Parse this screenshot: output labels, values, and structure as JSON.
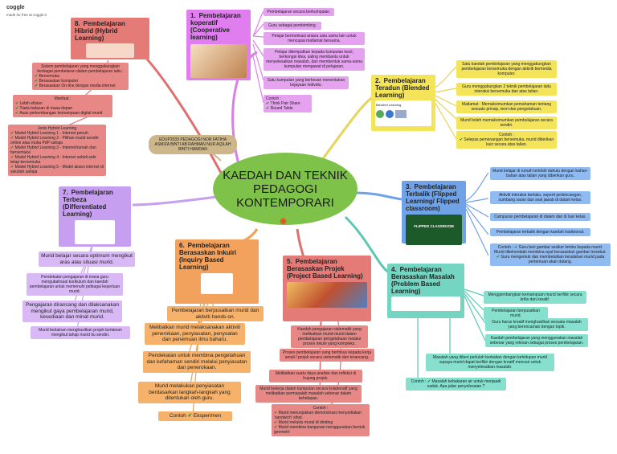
{
  "brand": {
    "name": "coggle",
    "tagline": "made for free at coggle.it"
  },
  "center": {
    "title": "KAEDAH DAN TEKNIK PEDAGOGI KONTEMPORARI"
  },
  "author": {
    "text": "EDUP2033 PEDAGOGI NOR FATIHA ASMIZA BINTI AB RAHMAN NUR AQILAH BINTI HAMDAN"
  },
  "topics": {
    "t1": {
      "num": "1.",
      "title": "Pembelajaran koperatif (Cooperative learning)"
    },
    "t2": {
      "num": "2.",
      "title": "Pembelajaran Teradun (Blended Learning)",
      "img_caption": "Blended Learning"
    },
    "t3": {
      "num": "3.",
      "title": "Pembelajaran Terbalik (Flipped Learning/ Flipped classroom)",
      "img_caption": "FLIPPED CLASSROOM"
    },
    "t4": {
      "num": "4.",
      "title": "Pembelajaran Berasaskan Masalah (Problem Based Learning)"
    },
    "t5": {
      "num": "5.",
      "title": "Pembelajaran Berasaskan Projek (Project Based Learning)"
    },
    "t6": {
      "num": "6.",
      "title": "Pembelajaran Berasaskan Inkuiri (Inquiry Based Learning)"
    },
    "t7": {
      "num": "7.",
      "title": "Pembelajaran Terbeza (Differentiated Learning)"
    },
    "t8": {
      "num": "8.",
      "title": "Pembelajaran Hibrid (Hybrid Learning)"
    }
  },
  "leaves": {
    "t1": [
      "Pembelajaran secara berkumpulan.",
      "Guru sebagai pembimbing.",
      "Pelajar bermotivasi antara satu sama lain untuk mencapai matlamat bersama.",
      "Pelajar ditempatkan kepada kumpulan kecil, berkongsi idea, saling membantu untuk menyelesaikan masalah, dan membentuk sama-sama kumpulan mengawal di pelajaran.",
      "Satu kumpulan yang berkesan menentukan kejayaan individu."
    ],
    "t1_example": {
      "label": "Contoh :",
      "items": [
        "Think Pair Share",
        "Round Table"
      ]
    },
    "t2": [
      "Satu kaedah pembelajaran yang menggabungkan pembelajaran bersemuka dengan aktiviti bermedia komputer.",
      "Guru menggabungkan 2 teknik pembelajaran iaitu interaksi bersemuka dan atas talian.",
      "Matlamat : Memaksimumkan pemahaman tentang sesuatu prinsip, teori dan pengetahuan.",
      "Murid boleh memaksimumkan pembelajaran secara sendiri."
    ],
    "t2_example": {
      "label": "Contoh :",
      "items": [
        "Selepas pemenangan bersemuka, murid diberikan kuiz secara atas talian."
      ]
    },
    "t3": [
      "Murid belajar di rumah terlebih dahulu dengan bahan-bahan atas talian yang diberikan guru.",
      "Aktiviti interaksi berlaku, seperti perbincangan, sumbang saran dan soal jawab di dalam kelas.",
      "Campuran pembelajaran di dalam dan di luar kelas.",
      "Pembelajaran terbalik dengan kaedah tradisional."
    ],
    "t3_example": {
      "label": "Contoh :",
      "items": [
        "Guru beri gambar sesikor lembu kepada murid. Murid dikehendaki membina ayat berasaskan gambar tersebut.",
        "Guru mengemuk dan membetulkan kesalahan murid pada pertemuan akan datang."
      ]
    },
    "t4": [
      "Menggembangkan kemampuan murid berfikir secara kritis dan kreatif.",
      "Pembelajaran berpusatkan murid.",
      "Guru harus kreatif menghasilkan sesuatu masalah yang berencaman dengan topik.",
      "Kaedah pembelajaran yang menggunakan masalah sebenar yang relevan sebagai proses pembelajaran.",
      "Masalah yang diberi perlulah berkaitan dengan kehidupan murid supaya murid dapat berfikir dengan kreatif mencari untuk menyelesaikan masalah."
    ],
    "t4_example": {
      "label": "Contoh :",
      "items": [
        "Masalah kebakaran air untuk menjaadi sadak. Apa jalan penyelesaian ?"
      ]
    },
    "t5": [
      "Kaedah pengajaran sistematik yang melibatkan murid-murid dalam pembelajaran pengetahuan melalui proses inkuiri yang kompleks.",
      "Proses pembelajaran yang berfokus kepada kerja amali / projek secara sistematik dan terancang.",
      "Melibatkan suatu daya analisis dan refleksi di hujung projek.",
      "Murid bekerja dalam kumpulan secara kolaboratif yang melibatkan permasalah masalah sebenar dalam kehidupan."
    ],
    "t5_example": {
      "label": "Contoh :",
      "items": [
        "Murid menunjukkan demonstrasi menyediakan 'sandwich' sihat.",
        "Murid melukis mural di dinding",
        "Murid membina bangunan menggunakan bentuk geometri"
      ]
    },
    "t6": [
      "Pembelajaran berpusatkan murid dan aktiviti hands-on.",
      "Melibatkan murid melaksanakan aktiviti penerokaan, penyiasatan, penyoalan dan penemuan ilmu baharu.",
      "Pendekatan untuk membina pengetahuan dan kefahaman sendiri melalui penyiasatan dan penerokaan.",
      "Murid melakukan penyiasatan berdasarkan langkah-langkah yang ditentukan oleh guru."
    ],
    "t6_example": {
      "label": "Contoh",
      "items": [
        "Eksperimen"
      ]
    },
    "t7": [
      "Murid belajar secara optimum mengikut aras atau situasi murid.",
      "Pendekatan pengajaran di mana guru mengubahsuai kurikulum dan kaedah pembelajaran untuk memenuhi pelbagai keperluan murid.",
      "Pengajaran dirancang dan dilaksanakan mengikut gaya pembelajaran murid, kesediaan dan minat murid.",
      "Murid berlainan menghasilkan projek berlainan mengikut tahap murid itu sendiri."
    ],
    "t8": [
      "Sistem pembelajaran yang menggabungkan berbagai pembelaran dalam pembelajaran iaitu :",
      "Bersemuka",
      "Berasaskan komputer",
      "Berasaskan On-line dengan media internet",
      "Manfaat :",
      "Lebih efisien",
      "Tiada batasan di masa depan",
      "Asas perkembangan kemampuan digital murid",
      "Jenis Hybrid Learning",
      "Model Hybrid Learning 1 - Internet penuh",
      "Model Hybrid Learning 2 - Pilihan murid sendiri online atau muka PdP sahaja",
      "Model Hybrid Learning 3 - Internet/rumah dan bersemuka",
      "Model Hybrid Learning 4 - Internet sebidi sebi tetap bersemuka",
      "Model Hybrid Learning 5 - Model akses internet di sekolah sahaja"
    ]
  },
  "colors": {
    "t1": "#e07ef0",
    "t2": "#f4e45a",
    "t3": "#6fa2e6",
    "t4": "#74d6c2",
    "t5": "#e47b76",
    "t6": "#f2a25c",
    "t7": "#c79ff0",
    "t8": "#e47b76",
    "center": "#7fc24a"
  }
}
